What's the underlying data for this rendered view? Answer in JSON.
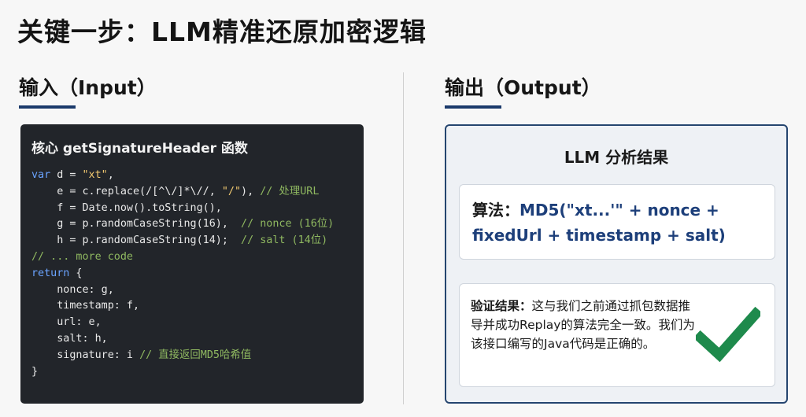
{
  "page": {
    "title": "关键一步：LLM精准还原加密逻辑"
  },
  "input": {
    "heading": "输入（Input）",
    "panel_title": "核心 getSignatureHeader 函数",
    "code": {
      "l1_kw": "var",
      "l1_a": " d = ",
      "l1_str": "\"xt\"",
      "l1_b": ",",
      "l2_a": "    e = c.replace(/[^\\/]*\\//, ",
      "l2_str": "\"/\"",
      "l2_b": "), ",
      "l2_cm": "// 处理URL",
      "l3": "    f = Date.now().toString(),",
      "l4_a": "    g = p.randomCaseString(16),  ",
      "l4_cm": "// nonce (16位)",
      "l5_a": "    h = p.randomCaseString(14);  ",
      "l5_cm": "// salt (14位)",
      "l6_cm": "// ... more code",
      "l7_kw": "return",
      "l7_b": " {",
      "l8": "    nonce: g,",
      "l9": "    timestamp: f,",
      "l10": "    url: e,",
      "l11": "    salt: h,",
      "l12_a": "    signature: i ",
      "l12_cm": "// 直接返回MD5哈希值",
      "l13": "}"
    }
  },
  "output": {
    "heading": "输出（Output）",
    "panel_title": "LLM 分析结果",
    "algorithm_label": "算法：",
    "algorithm_value": "MD5(\"xt...'\" + nonce + fixedUrl + timestamp + salt)",
    "verify_label": "验证结果：",
    "verify_text": "这与我们之前通过抓包数据推导并成功Replay的算法完全一致。我们为该接口编写的Java代码是正确的。",
    "check_color": "#1e8a4c"
  }
}
